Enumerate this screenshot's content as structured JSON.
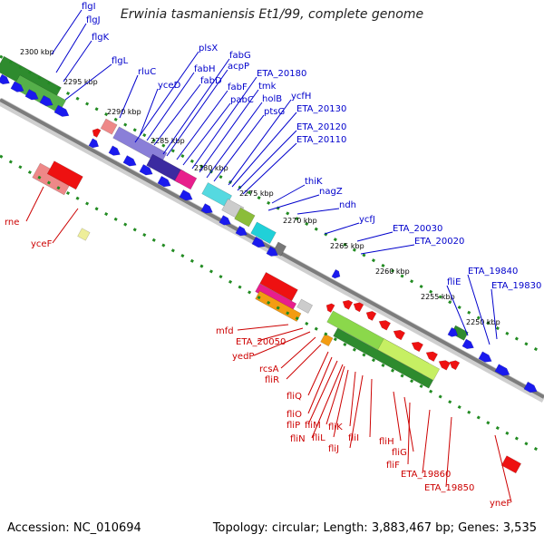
{
  "title": "Erwinia tasmaniensis Et1/99, complete genome",
  "footer": {
    "accession_label": "Accession:",
    "accession": "NC_010694",
    "topology_label": "Topology:",
    "topology": "circular",
    "length_label": "Length:",
    "length": "3,883,467 bp",
    "genes_label": "Genes:",
    "genes": "3,535"
  },
  "colors": {
    "forward_label": "#0000cc",
    "reverse_label": "#cc0000",
    "backbone": "#8a8a8a",
    "ticks": "#228b22",
    "ruler_text": "#000000"
  },
  "ruler_ticks": [
    "2300 kbp",
    "2295 kbp",
    "2290 kbp",
    "2285 kbp",
    "2280 kbp",
    "2275 kbp",
    "2270 kbp",
    "2265 kbp",
    "2260 kbp",
    "2255 kbp",
    "2250 kbp"
  ],
  "forward_genes": [
    "flgI",
    "flgJ",
    "flgK",
    "flgL",
    "rluC",
    "yceD",
    "plsX",
    "fabH",
    "fabD",
    "fabG",
    "acpP",
    "fabF",
    "pabC",
    "ETA_20180",
    "tmk",
    "holB",
    "ycfH",
    "ptsG",
    "ETA_20130",
    "ETA_20120",
    "ETA_20110",
    "thiK",
    "nagZ",
    "ndh",
    "ycfJ",
    "ETA_20030",
    "ETA_20020",
    "fliE",
    "ETA_19840",
    "ETA_19830"
  ],
  "reverse_genes": [
    "rne",
    "yceF",
    "mfd",
    "ETA_20050",
    "yedP",
    "rcsA",
    "fliR",
    "fliQ",
    "fliO",
    "fliP",
    "fliN",
    "fliM",
    "fliL",
    "fliK",
    "fliJ",
    "fliI",
    "fliH",
    "fliG",
    "fliF",
    "ETA_19860",
    "ETA_19850",
    "yneF"
  ]
}
